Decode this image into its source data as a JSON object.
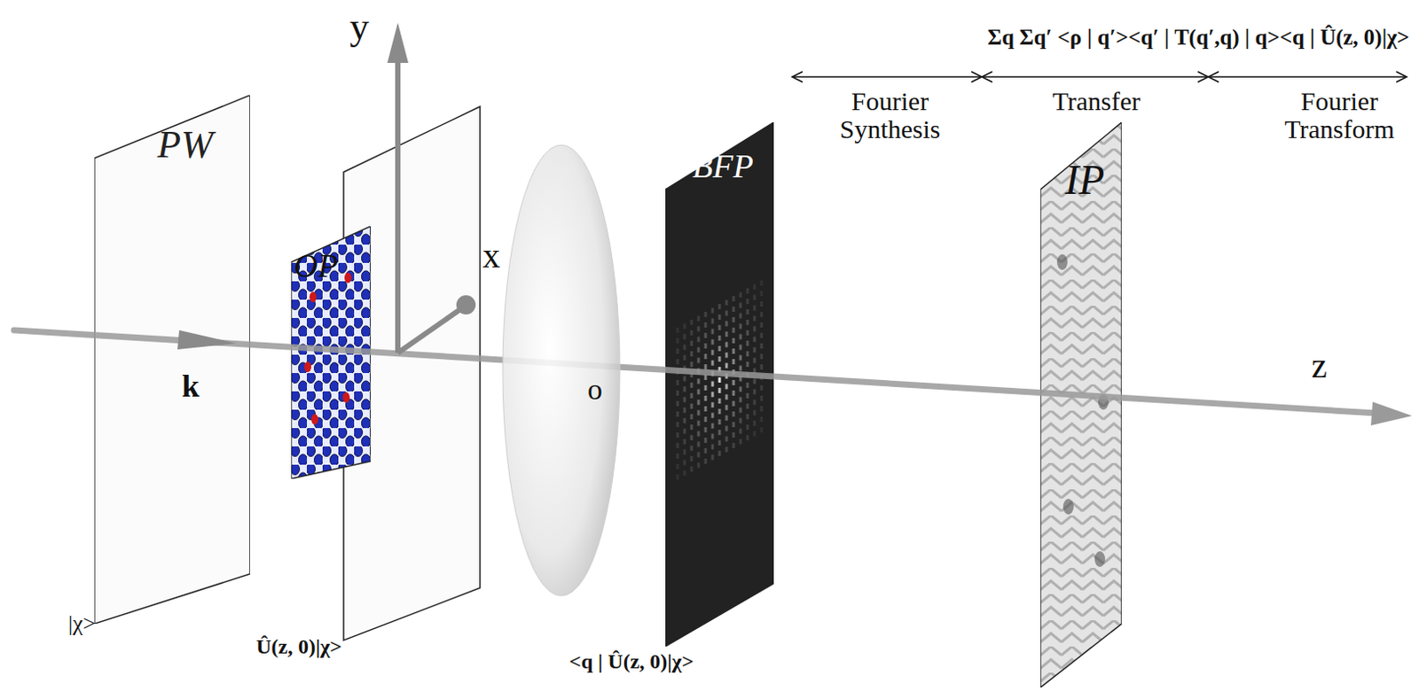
{
  "diagram": {
    "nodes": [
      {
        "text": [
          "PW"
        ]
      },
      {
        "text": [
          "OP"
        ]
      },
      {
        "text": [
          "BFP"
        ]
      },
      {
        "text": [
          "IP"
        ]
      }
    ],
    "labels": [
      "y",
      "x",
      "z",
      "k",
      "o",
      "|χ>",
      "Û(z, 0)|χ>",
      "<q | Û(z, 0)|χ>",
      "Σq Σq′ <ρ | q′><q′ | T(q′,q) | q><q | Û(z, 0)|χ>",
      "Fourier Synthesis",
      "Transfer",
      "Fourier Transform"
    ]
  }
}
